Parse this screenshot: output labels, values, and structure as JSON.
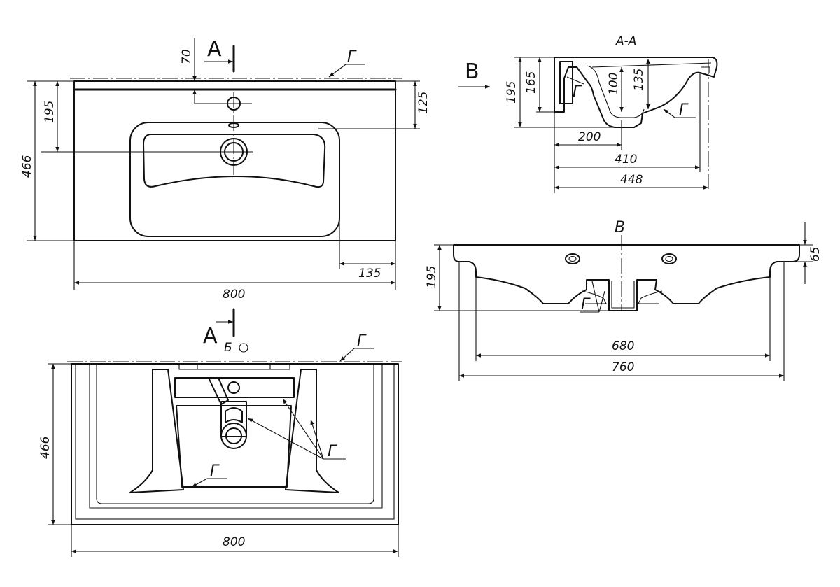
{
  "labels": {
    "section_a": "A",
    "section_title": "А-А",
    "view_b": "B",
    "view_b_title": "B",
    "detail_b": "Б",
    "edge_g": "Г"
  },
  "top_view": {
    "dim_70": "70",
    "dim_195": "195",
    "dim_466": "466",
    "dim_125": "125",
    "dim_135": "135",
    "dim_800": "800"
  },
  "section_view": {
    "dim_195": "195",
    "dim_165": "165",
    "dim_100": "100",
    "dim_135": "135",
    "dim_200": "200",
    "dim_410": "410",
    "dim_448": "448"
  },
  "side_view": {
    "dim_195": "195",
    "dim_65": "65",
    "dim_680": "680",
    "dim_760": "760"
  },
  "bottom_view": {
    "dim_466": "466",
    "dim_800": "800"
  }
}
